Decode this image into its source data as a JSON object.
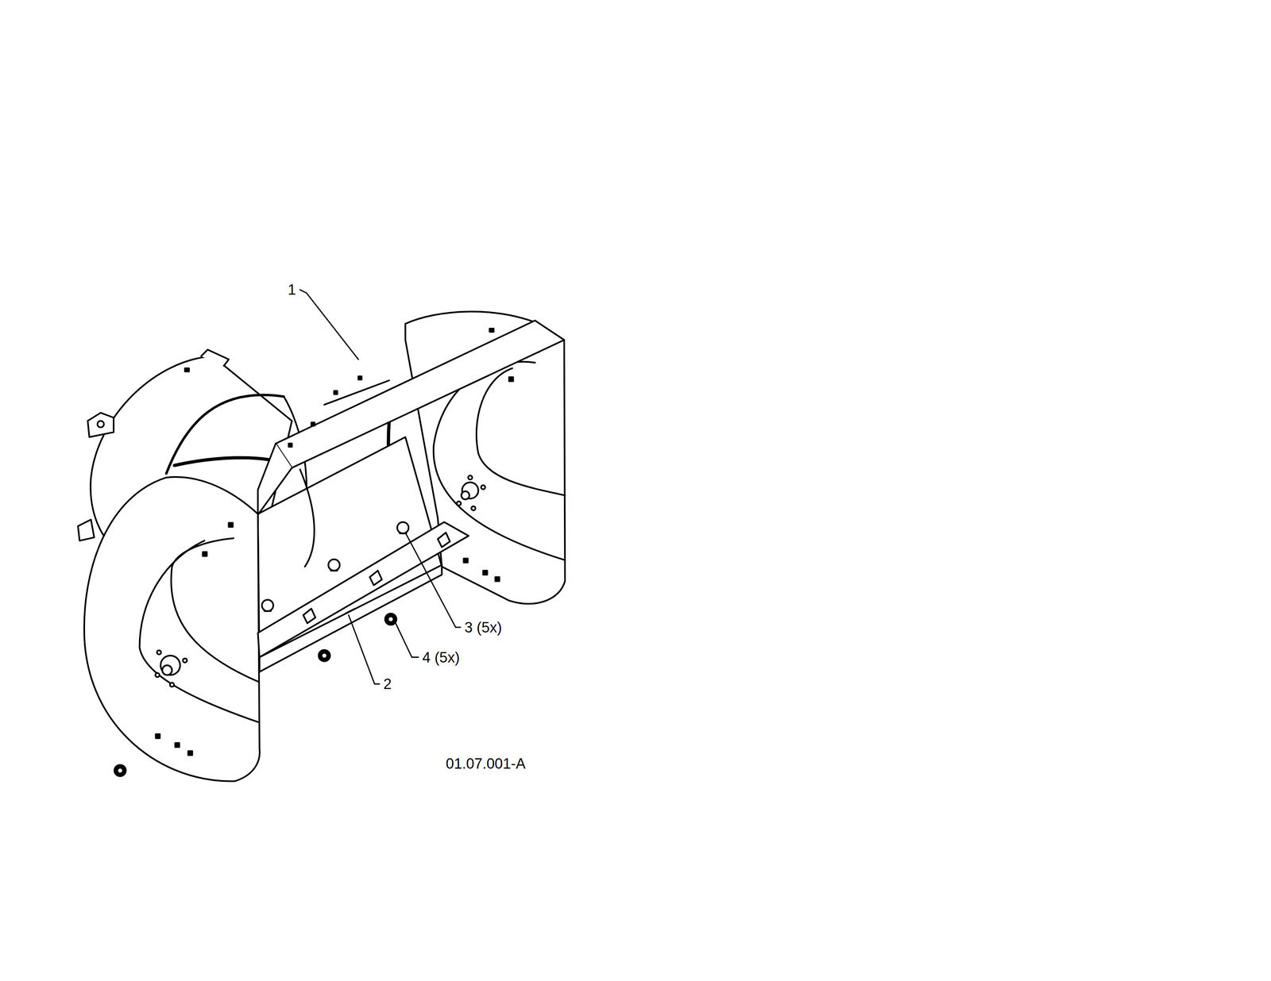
{
  "diagram": {
    "labels": [
      "1",
      "2",
      "3 (5x)",
      "4 (5x)",
      "01.07.001-A"
    ]
  }
}
